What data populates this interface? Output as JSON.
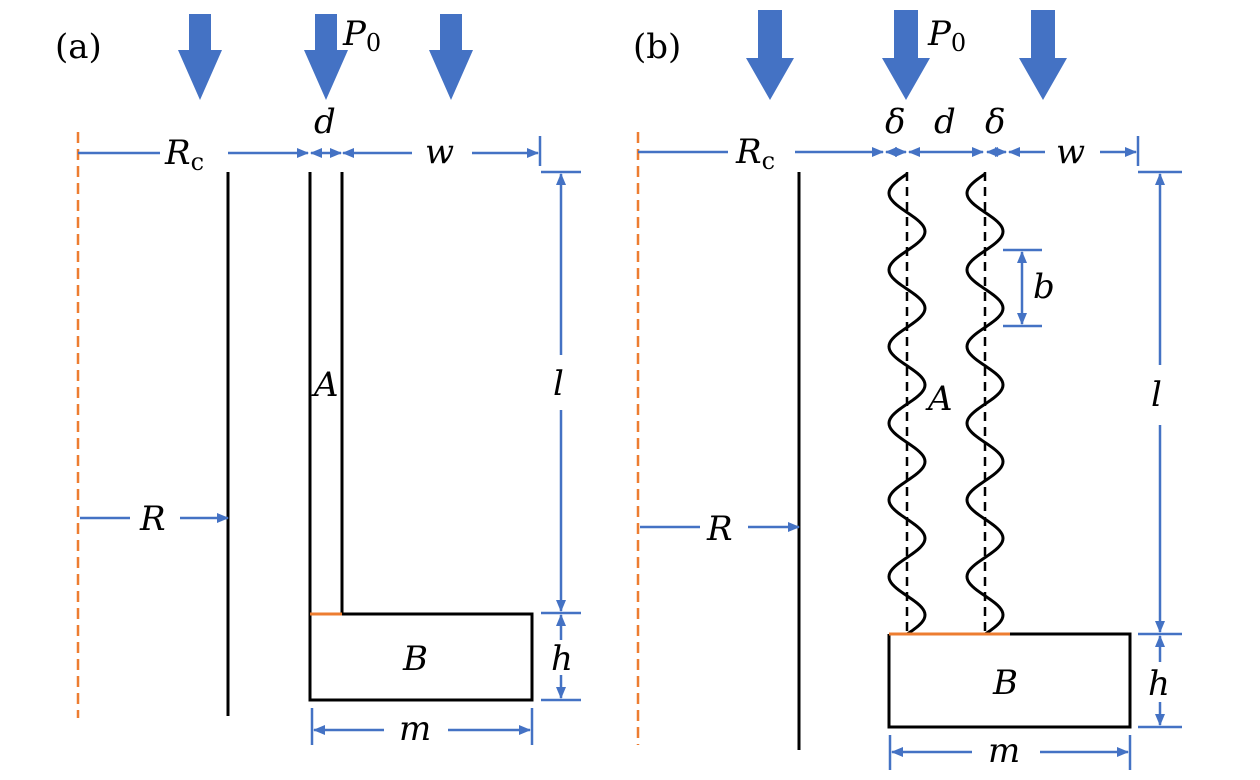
{
  "panel_a": {
    "panel_label": "(a)",
    "pressure": "P",
    "pressure_sub": "0",
    "dim_Rc": "R",
    "dim_Rc_sub": "c",
    "dim_d": "d",
    "dim_w": "w",
    "dim_l": "l",
    "dim_R": "R",
    "dim_h": "h",
    "dim_m": "m",
    "label_A": "A",
    "label_B": "B"
  },
  "panel_b": {
    "panel_label": "(b)",
    "pressure": "P",
    "pressure_sub": "0",
    "dim_Rc": "R",
    "dim_Rc_sub": "c",
    "dim_delta_left": "δ",
    "dim_d": "d",
    "dim_delta_right": "δ",
    "dim_w": "w",
    "dim_b": "b",
    "dim_l": "l",
    "dim_R": "R",
    "dim_h": "h",
    "dim_m": "m",
    "label_A": "A",
    "label_B": "B"
  },
  "colors": {
    "arrow": "#4472C4",
    "dimension": "#4472C4",
    "axis": "#ED7D31",
    "outline": "#000000"
  }
}
